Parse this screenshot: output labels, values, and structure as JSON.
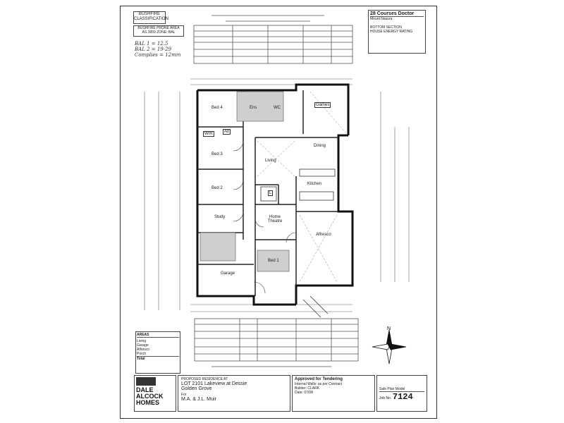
{
  "title_block": {
    "classification": [
      "BUSHFIRE",
      "CLASSIFICATION"
    ],
    "exposure": [
      "BUSHFIRE PRONE AREA",
      "AS 3959 ZONE: BAL"
    ],
    "handwritten": [
      "BAL 1 = 12.5",
      "BAL 2 = 19-29",
      "Complies = 12mm"
    ]
  },
  "top_right": {
    "header": "28 Courses Doctor",
    "lines": [
      "Mount Nasura",
      "BOTTOM SECTION",
      "HOUSE ENERGY RATING"
    ]
  },
  "rooms": {
    "bed4": "Bed 4",
    "bed3": "Bed 3",
    "bed2": "Bed 2",
    "study": "Study",
    "theatre": "Home Theatre",
    "living": "Living",
    "dining": "Dining",
    "kitchen": "Kitchen",
    "games": "Games",
    "garage": "Garage",
    "alfresco": "Alfresco",
    "bed1": "Bed 1",
    "wir": "WIR",
    "alt": "Alt",
    "l": "L",
    "ens": "Ens",
    "wc": "WC"
  },
  "bottom_left_table": {
    "title": "AREAS",
    "rows": [
      "Living",
      "Garage",
      "Alfresco",
      "Porch",
      "Total"
    ]
  },
  "company": {
    "name_line1": "DALE",
    "name_line2": "ALCOCK",
    "name_line3": "HOMES",
    "address_caption": "PROPOSED RESIDENCE AT",
    "address": "LOT 2101 Lakeview at Dessie",
    "suburb": "Golden Grove",
    "client_label": "For",
    "client": "M.A. & J.L. Muir"
  },
  "drawing_info": {
    "caption": "Approved for Tendering",
    "lines": [
      "Internal Walls: as per Contract",
      "Builder: CLARK",
      "Date: 07/08"
    ],
    "sheet_label": "Sale Plan Model",
    "job_label": "Job No.",
    "job_no": "7124"
  },
  "compass": {
    "north": "N"
  }
}
